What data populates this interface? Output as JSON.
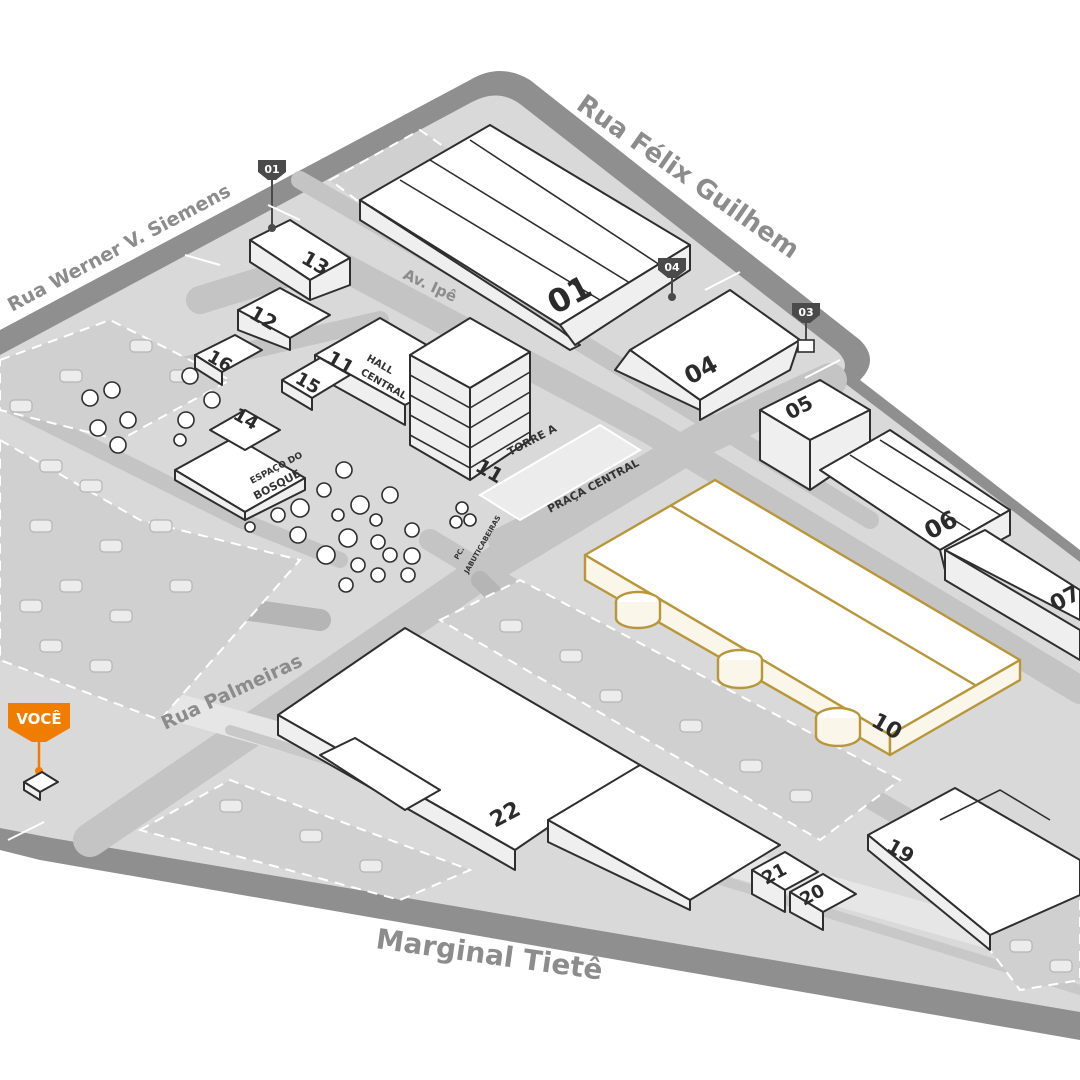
{
  "streets": {
    "werner": "Rua Werner V. Siemens",
    "felix": "Rua Félix Guilhem",
    "ipe": "Av. Ipê",
    "palmeiras": "Rua Palmeiras",
    "marginal": "Marginal Tietê"
  },
  "markers": {
    "m01": "01",
    "m04": "04",
    "m03": "03"
  },
  "you_marker": {
    "label": "VOCÊ",
    "color": "#f07d00"
  },
  "buildings": {
    "b01": "01",
    "b04": "04",
    "b05": "05",
    "b06": "06",
    "b07": "07",
    "b10": "10",
    "b11": "11",
    "b11b": "11",
    "b12": "12",
    "b13": "13",
    "b14": "14",
    "b15": "15",
    "b16": "16",
    "b19": "19",
    "b20": "20",
    "b21": "21",
    "b22": "22"
  },
  "places": {
    "hall_line1": "HALL",
    "hall_line2": "CENTRAL",
    "torre": "TORRE A",
    "praca": "PRAÇA CENTRAL",
    "bosque_line1": "ESPAÇO DO",
    "bosque_line2": "BOSQUE",
    "jabuti_line1": "PC.",
    "jabuti_line2": "JABUTICABEIRAS"
  },
  "colors": {
    "outer_road": "#8f8f8f",
    "ground": "#d9d9d9",
    "inner_road": "#c4c4c4",
    "highlight": "#b8963a",
    "you": "#f07d00"
  }
}
